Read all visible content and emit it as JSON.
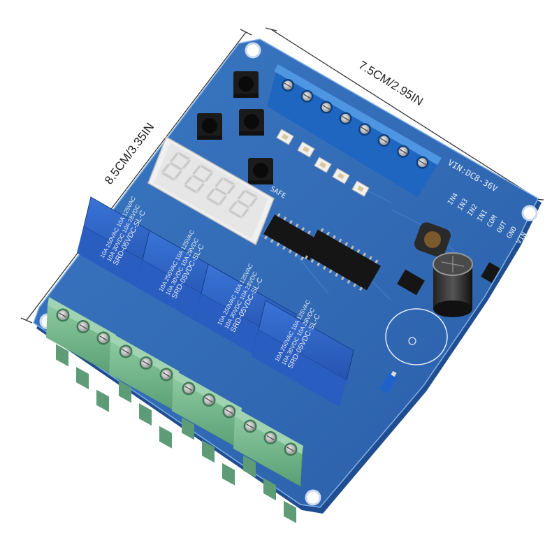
{
  "dimensions": {
    "width_label": "7.5CM/2.95IN",
    "height_label": "8.5CM/3.35IN"
  },
  "board": {
    "color": "#2f69b3",
    "power_label": "VIN:DC8-36V",
    "terminal_labels": [
      "VIN",
      "GND",
      "OUT",
      "COM",
      "IN1",
      "IN2",
      "IN3",
      "IN4"
    ],
    "button_label": "SAFE",
    "display_digits": [
      "8",
      "8",
      "8",
      "8"
    ]
  },
  "relays": [
    {
      "lines": [
        "10A 250VAC 10A 125VAC",
        "10A 30VDC 10A 28VDC",
        "SRD-05VDC-SL-C"
      ]
    },
    {
      "lines": [
        "10A 250VAC 10A 125VAC",
        "10A 30VDC 10A 28VDC",
        "SRD-05VDC-SL-C"
      ]
    },
    {
      "lines": [
        "10A 250VAC 10A 125VAC",
        "10A 30VDC 10A 28VDC",
        "SRD-05VDC-SL-C"
      ]
    },
    {
      "lines": [
        "10A 250VAC 10A 125VAC",
        "10A 30VDC 10A 28VDC",
        "SRD-05VDC-SL-C"
      ]
    }
  ],
  "colors": {
    "relay": "#2f66c6",
    "terminal_green": "#6fb58a",
    "terminal_blue": "#2f7fd0",
    "display": "#e9e9e9"
  }
}
